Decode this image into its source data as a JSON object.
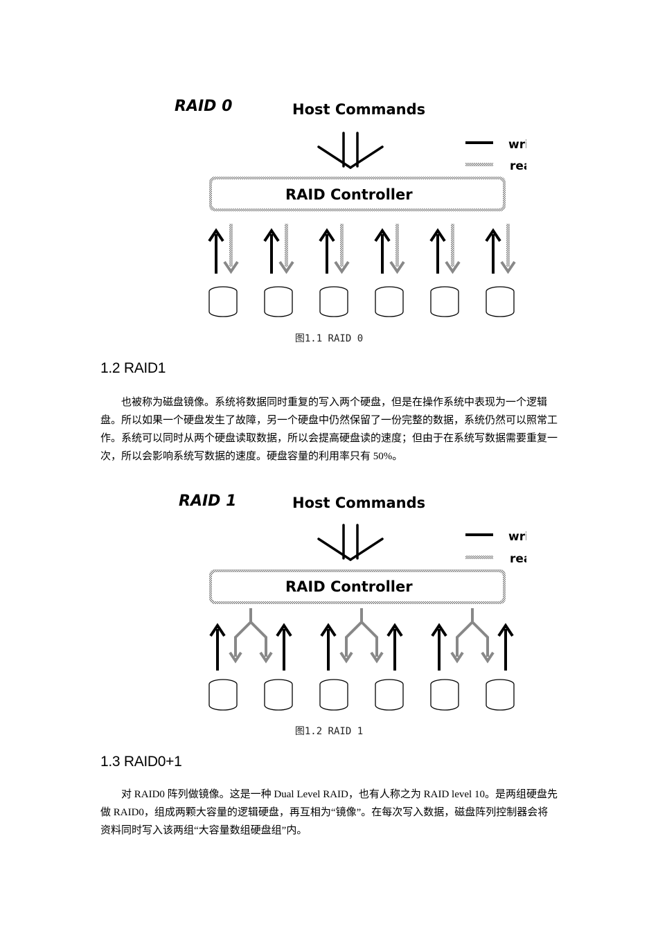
{
  "figure1": {
    "title": "RAID 0",
    "host_label": "Host Commands",
    "controller_label": "RAID Controller",
    "legend": {
      "write": "write",
      "read": "read"
    },
    "caption": "图1.1 RAID 0"
  },
  "section_1_2": {
    "heading": "1.2 RAID1",
    "paragraph": "也被称为磁盘镜像。系统将数据同时重复的写入两个硬盘，但是在操作系统中表现为一个逻辑盘。所以如果一个硬盘发生了故障，另一个硬盘中仍然保留了一份完整的数据，系统仍然可以照常工作。系统可以同时从两个硬盘读取数据，所以会提高硬盘读的速度；但由于在系统写数据需要重复一次，所以会影响系统写数据的速度。硬盘容量的利用率只有 50%。"
  },
  "figure2": {
    "title": "RAID 1",
    "host_label": "Host Commands",
    "controller_label": "RAID Controller",
    "legend": {
      "write": "write",
      "read": "read"
    },
    "caption": "图1.2 RAID 1"
  },
  "section_1_3": {
    "heading": "1.3 RAID0+1",
    "paragraph": "对 RAID0 阵列做镜像。这是一种 Dual Level RAID，也有人称之为 RAID level 10。是两组硬盘先做 RAID0，组成两颗大容量的逻辑硬盘，再互相为“镜像”。在每次写入数据，磁盘阵列控制器会将资料同时写入该两组“大容量数组硬盘组”内。"
  }
}
